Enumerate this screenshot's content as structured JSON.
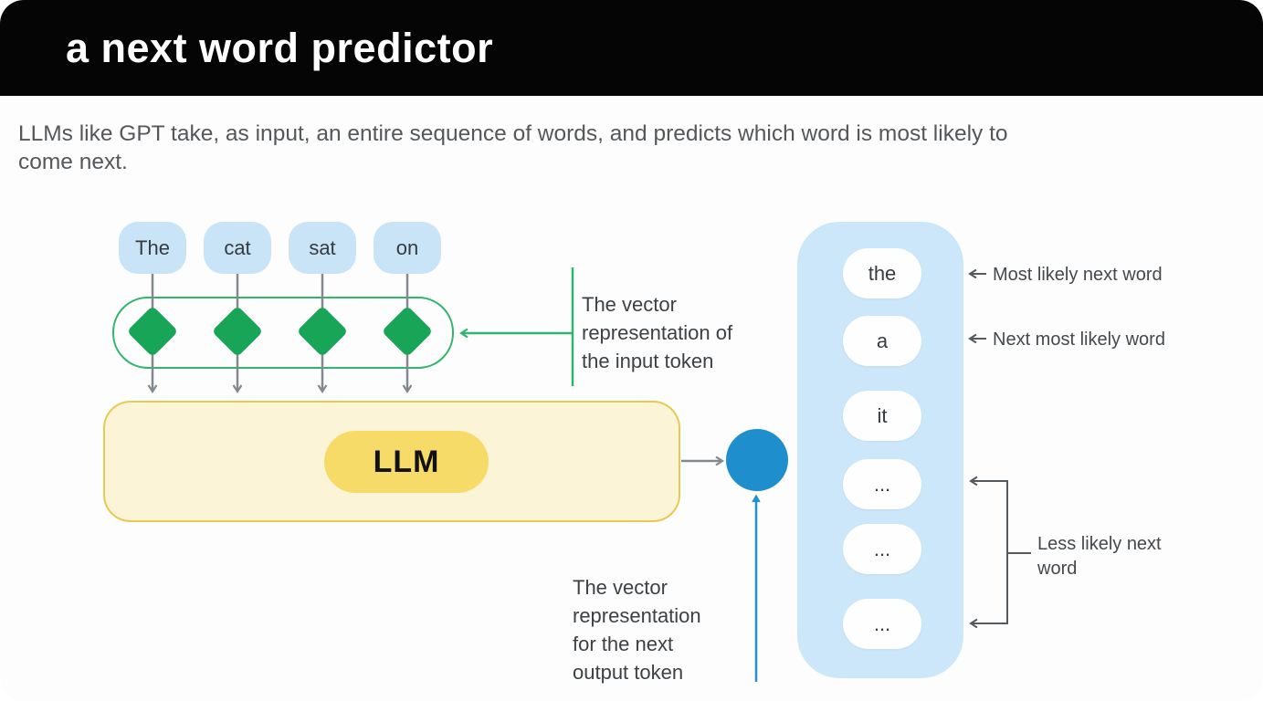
{
  "header": {
    "title": "a next word predictor"
  },
  "intro": {
    "text": "LLMs like GPT take, as input, an entire sequence of words, and predicts which word is most likely to\ncome next."
  },
  "diagram": {
    "input_tokens": [
      "The",
      "cat",
      "sat",
      "on"
    ],
    "llm_label": "LLM",
    "output_tokens": [
      "the",
      "a",
      "it",
      "...",
      "...",
      "..."
    ],
    "notes": {
      "input_vector": "The vector\nrepresentation of\nthe input token",
      "output_vector": "The vector\nrepresentation\nfor the next\noutput token"
    },
    "annotations": {
      "most_likely": "Most likely next word",
      "next_most_likely": "Next most likely word",
      "less_likely": "Less likely next\nword"
    },
    "colors": {
      "header_bg": "#050505",
      "token_bubble_blue": "#c9e4f6",
      "embedding_green": "#18a558",
      "outline_green": "#2fb56d",
      "llm_box_fill": "#fcf4d6",
      "llm_box_border": "#e6ca52",
      "llm_pill_yellow": "#f7db69",
      "output_node_blue": "#1e8ecd",
      "arrow_blue": "#2492d2",
      "panel_blue": "#cbe7f9",
      "connector_gray": "#84898d"
    }
  }
}
